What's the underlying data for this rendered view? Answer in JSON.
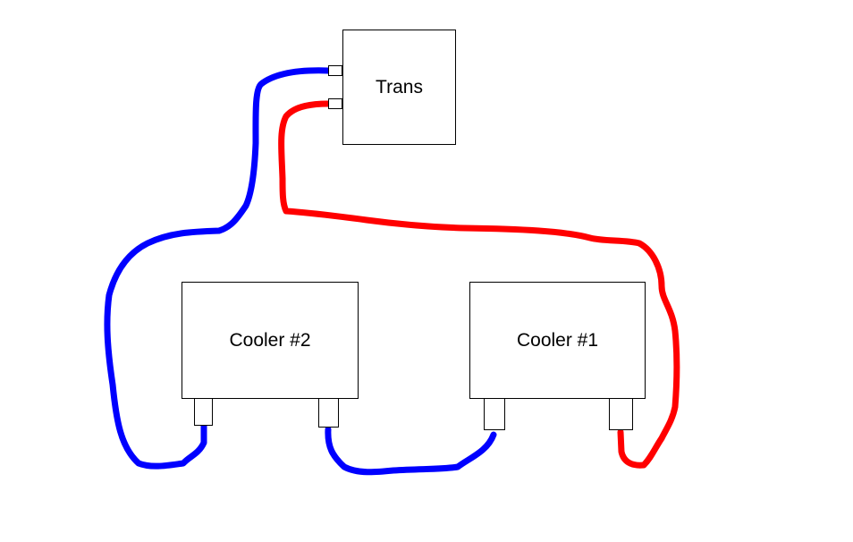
{
  "diagram": {
    "nodes": {
      "trans": {
        "label": "Trans"
      },
      "cooler2": {
        "label": "Cooler #2"
      },
      "cooler1": {
        "label": "Cooler #1"
      }
    },
    "lines": {
      "blue_color": "#0000ff",
      "red_color": "#ff0000"
    }
  }
}
